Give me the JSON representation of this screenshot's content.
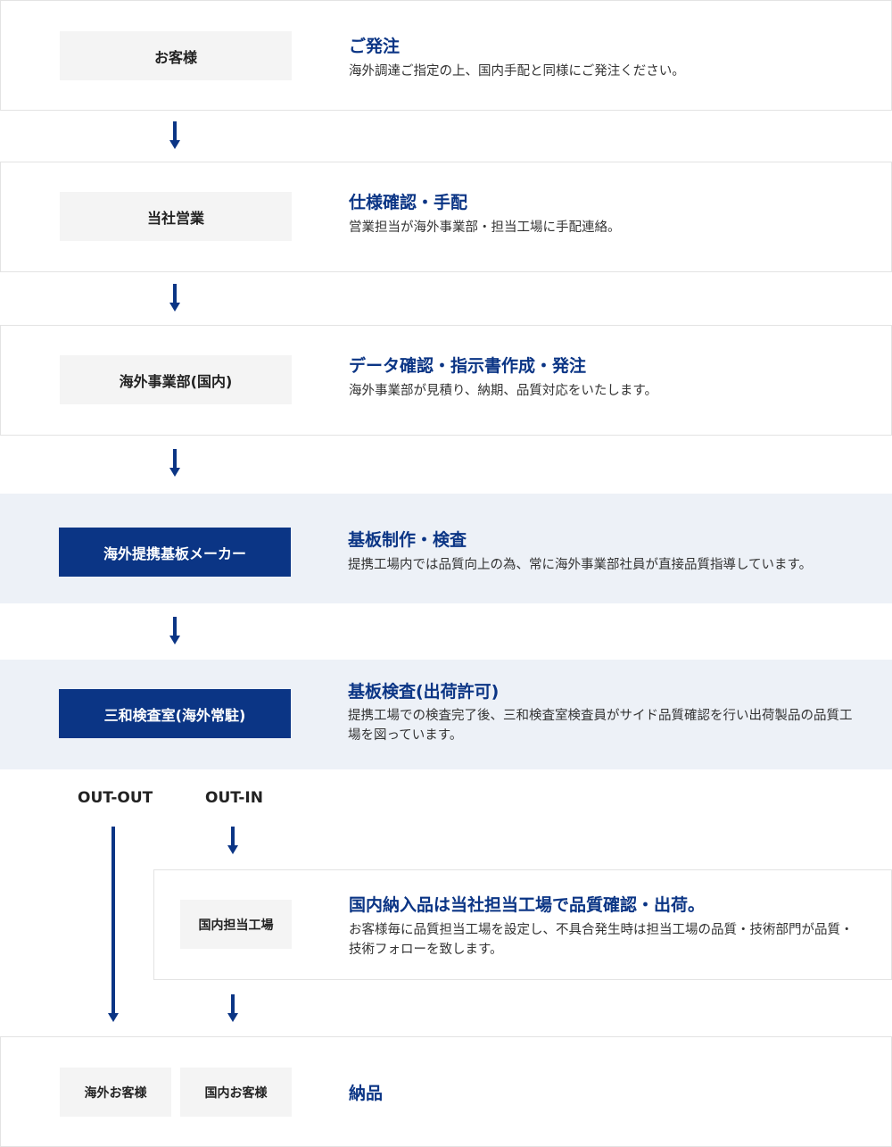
{
  "steps": [
    {
      "actor": "お客様",
      "title": "ご発注",
      "desc": "海外調達ご指定の上、国内手配と同様にご発注ください。"
    },
    {
      "actor": "当社営業",
      "title": "仕様確認・手配",
      "desc": "営業担当が海外事業部・担当工場に手配連絡。"
    },
    {
      "actor": "海外事業部(国内)",
      "title": "データ確認・指示書作成・発注",
      "desc": "海外事業部が見積り、納期、品質対応をいたします。"
    },
    {
      "actor": "海外提携基板メーカー",
      "title": "基板制作・検査",
      "desc": "提携工場内では品質向上の為、常に海外事業部社員が直接品質指導しています。"
    },
    {
      "actor": "三和検査室(海外常駐)",
      "title": "基板検査(出荷許可)",
      "desc": "提携工場での検査完了後、三和検査室検査員がサイド品質確認を行い出荷製品の品質工場を図っています。"
    },
    {
      "actor": "国内担当工場",
      "title": "国内納入品は当社担当工場で品質確認・出荷。",
      "desc": "お客様毎に品質担当工場を設定し、不具合発生時は担当工場の品質・技術部門が品質・技術フォローを致します。"
    }
  ],
  "branches": {
    "out_out": "OUT-OUT",
    "out_in": "OUT-IN"
  },
  "delivery": {
    "overseas": "海外お客様",
    "domestic": "国内お客様",
    "title": "納品"
  },
  "colors": {
    "accent": "#0b3585",
    "shaded_bg": "#edf1f7",
    "box_bg": "#f4f4f4"
  }
}
